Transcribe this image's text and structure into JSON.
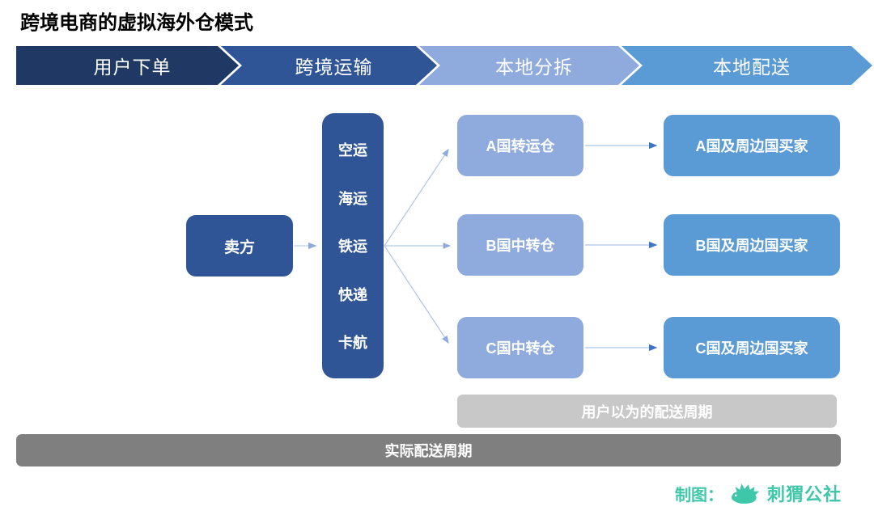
{
  "title": "跨境电商的虚拟海外仓模式",
  "process_bar": {
    "steps": [
      {
        "label": "用户下单",
        "color": "#1F3864"
      },
      {
        "label": "跨境运输",
        "color": "#2F5597"
      },
      {
        "label": "本地分拆",
        "color": "#8FAADC"
      },
      {
        "label": "本地配送",
        "color": "#5B9BD5"
      }
    ]
  },
  "flow": {
    "seller_label": "卖方",
    "transport_modes": [
      "空运",
      "海运",
      "铁运",
      "快递",
      "卡航"
    ],
    "hubs": [
      "A国转运仓",
      "B国中转仓",
      "C国中转仓"
    ],
    "buyers": [
      "A国及周边国买家",
      "B国及周边国买家",
      "C国及周边国买家"
    ]
  },
  "timeline_bars": {
    "perceived": "用户以为的配送周期",
    "actual": "实际配送周期"
  },
  "credit": {
    "prefix": "制图：",
    "brand": "刺猬公社",
    "icon": "hedgehog-icon",
    "color": "#3EC8A9"
  },
  "colors": {
    "dark_navy": "#1F3864",
    "primary_blue": "#2F5597",
    "periwinkle": "#8FAADC",
    "sky_blue": "#5B9BD5",
    "light_gray": "#C8C8C9",
    "dark_gray": "#7F7F7F",
    "connector_light": "#B5C6E9",
    "arrowhead_blue": "#3E74C4"
  }
}
